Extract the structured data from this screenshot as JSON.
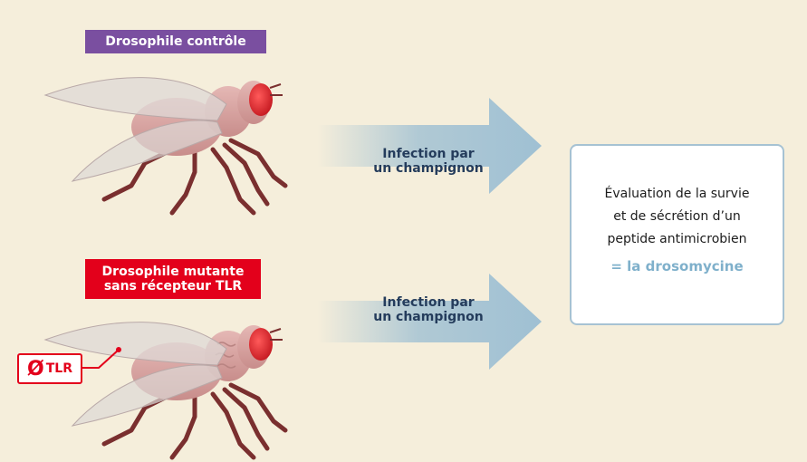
{
  "labels": {
    "control": "Drosophile contrôle",
    "mutant_line1": "Drosophile mutante",
    "mutant_line2": "sans récepteur TLR"
  },
  "arrows": [
    {
      "line1": "Infection par",
      "line2": "un champignon"
    },
    {
      "line1": "Infection par",
      "line2": "un champignon"
    }
  ],
  "result": {
    "line1": "Évaluation de la survie",
    "line2": "et de sécrétion d’un",
    "line3": "peptide antimicrobien",
    "highlight": "= la drosomycine"
  },
  "badge": {
    "symbol": "Ø",
    "text": "TLR"
  },
  "colors": {
    "background": "#f5eedb",
    "control_label": "#7a4fa0",
    "mutant_label": "#e3001b",
    "arrow": "#9fc0d3",
    "highlight": "#7fb0cb",
    "fly_body": "#d9a5a3",
    "fly_eye": "#e63a3a",
    "fly_legs": "#7a2f2f"
  }
}
